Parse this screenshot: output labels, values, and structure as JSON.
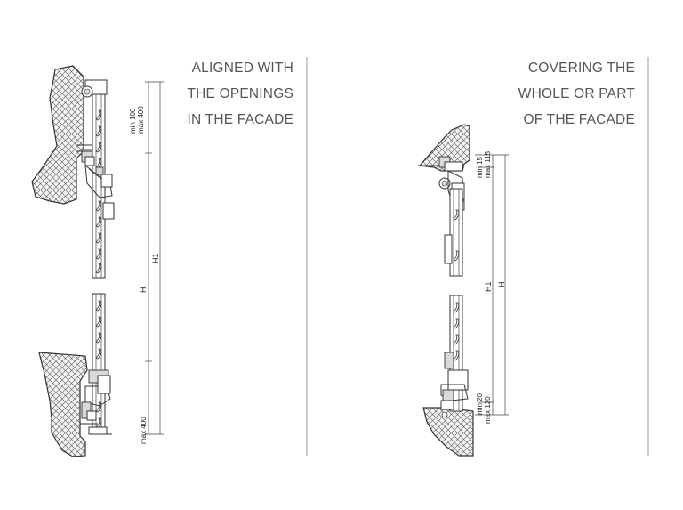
{
  "left_panel": {
    "caption": [
      "ALIGNED WITH",
      "THE OPENINGS",
      "IN THE FACADE"
    ],
    "dims": {
      "top_min": "min 100",
      "top_max": "max 400",
      "h1": "H1",
      "h": "H",
      "bottom_max": "max 400"
    }
  },
  "right_panel": {
    "caption": [
      "COVERING THE",
      "WHOLE OR PART",
      "OF THE FACADE"
    ],
    "dims": {
      "top_min": "min 15",
      "top_max": "max 115",
      "h1": "H1",
      "h": "H",
      "bottom_min": "min 20",
      "bottom_max": "max 120"
    }
  },
  "colors": {
    "lines": "#333333",
    "caption_text": "#555555",
    "divider": "#9a9a9a"
  }
}
